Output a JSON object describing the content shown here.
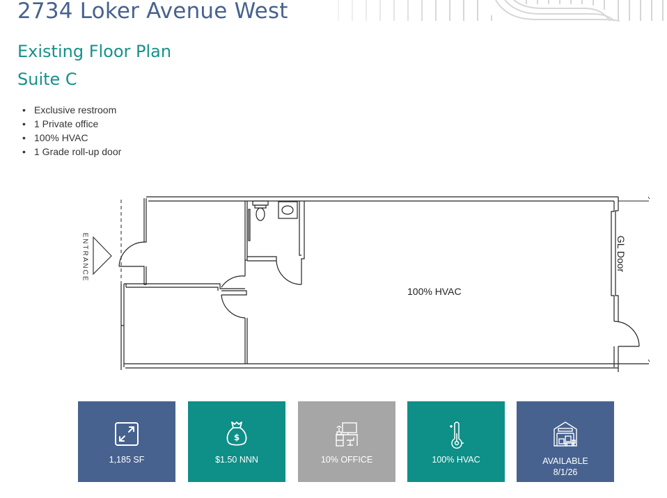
{
  "header": {
    "title": "2734 Loker Avenue West",
    "subtitle": "Existing Floor Plan",
    "suite": "Suite C"
  },
  "features": [
    "Exclusive restroom",
    "1 Private office",
    "100% HVAC",
    "1 Grade roll-up door"
  ],
  "floor_plan": {
    "entrance_label": "ENTRANCE",
    "main_area_label": "100% HVAC",
    "gl_door_label": "GL Door"
  },
  "tiles": [
    {
      "icon": "resize-arrows-icon",
      "label": "1,185 SF",
      "color": "#47628f"
    },
    {
      "icon": "money-bag-icon",
      "label": "$1.50 NNN",
      "color": "#0e8f88"
    },
    {
      "icon": "office-desk-icon",
      "label": "10% OFFICE",
      "color": "#a6a6a6"
    },
    {
      "icon": "thermometer-icon",
      "label": "100% HVAC",
      "color": "#0e8f88"
    },
    {
      "icon": "warehouse-icon",
      "label": "AVAILABLE",
      "label2": "8/1/26",
      "color": "#47628f"
    }
  ],
  "colors": {
    "title": "#47628f",
    "accent": "#16918a",
    "tile_blue": "#47628f",
    "tile_teal": "#0e8f88",
    "tile_gray": "#a6a6a6"
  }
}
